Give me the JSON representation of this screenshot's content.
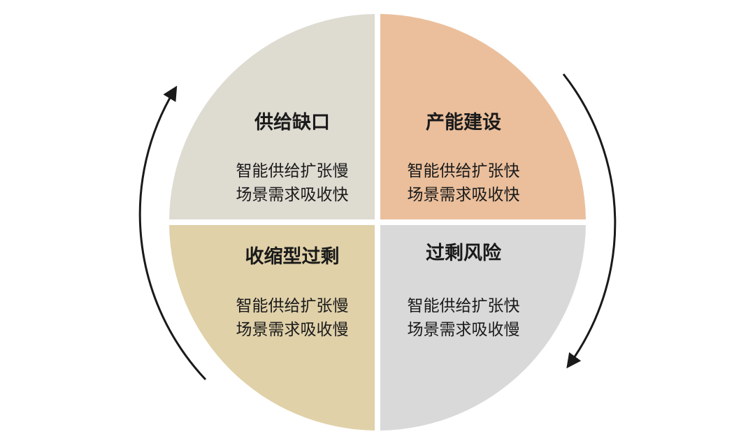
{
  "colors": {
    "top_left": "#dedbd1",
    "top_right": "#ebbf9c",
    "bottom_left": "#e0d1a9",
    "bottom_right": "#d9d9d9",
    "arrow": "#1a1a1a",
    "background": "#ffffff"
  },
  "quadrants": {
    "top_left": {
      "title": "供给缺口",
      "line1": "智能供给扩张慢",
      "line2": "场景需求吸收快"
    },
    "top_right": {
      "title": "产能建设",
      "line1": "智能供给扩张快",
      "line2": "场景需求吸收快"
    },
    "bottom_left": {
      "title": "收缩型过剩",
      "line1": "智能供给扩张慢",
      "line2": "场景需求吸收慢"
    },
    "bottom_right": {
      "title": "过剩风险",
      "line1": "智能供给扩张快",
      "line2": "场景需求吸收慢"
    }
  },
  "arrows": {
    "left": {
      "direction": "up",
      "icon": "curved-arrow-up-icon"
    },
    "right": {
      "direction": "down",
      "icon": "curved-arrow-down-icon"
    }
  }
}
